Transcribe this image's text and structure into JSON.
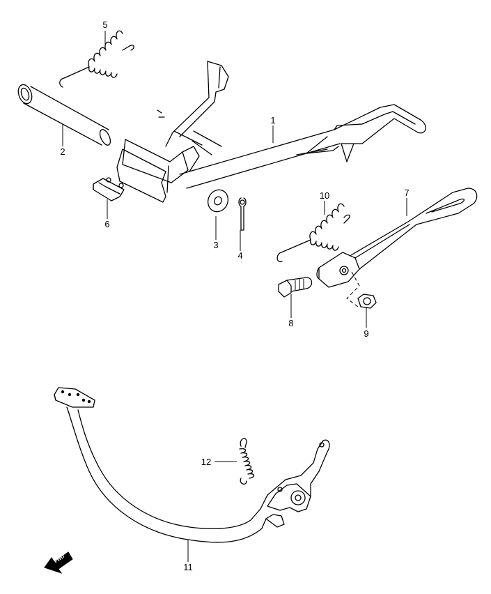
{
  "callouts": [
    {
      "id": "c1",
      "label": "1"
    },
    {
      "id": "c2",
      "label": "2"
    },
    {
      "id": "c3",
      "label": "3"
    },
    {
      "id": "c4",
      "label": "4"
    },
    {
      "id": "c5",
      "label": "5"
    },
    {
      "id": "c6",
      "label": "6"
    },
    {
      "id": "c7",
      "label": "7"
    },
    {
      "id": "c8",
      "label": "8"
    },
    {
      "id": "c9",
      "label": "9"
    },
    {
      "id": "c10",
      "label": "10"
    },
    {
      "id": "c11",
      "label": "11"
    },
    {
      "id": "c12",
      "label": "12"
    }
  ],
  "direction_marker": {
    "label": "FWD"
  },
  "colors": {
    "line": "#000000",
    "background": "#ffffff"
  }
}
